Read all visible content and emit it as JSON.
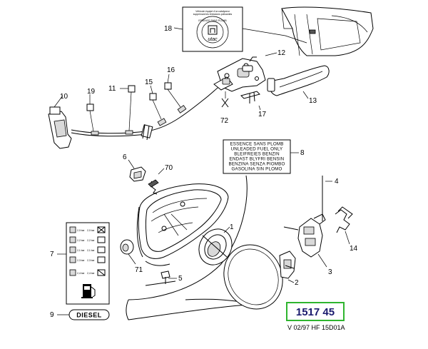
{
  "callouts": {
    "c1": "1",
    "c2": "2",
    "c3": "3",
    "c4": "4",
    "c5": "5",
    "c6": "6",
    "c7": "7",
    "c8": "8",
    "c9": "9",
    "c10": "10",
    "c11": "11",
    "c12": "12",
    "c13": "13",
    "c14": "14",
    "c15": "15",
    "c16": "16",
    "c17": "17",
    "c18": "18",
    "c19": "19",
    "c70": "70",
    "c71": "71",
    "c72": "72"
  },
  "utac_label": {
    "top_line_1": "Véhicule équipé d'un catalyseur",
    "top_line_2": "supprimant les émissions polluantes",
    "ring_text": "ESSENCE SANS PLOMB",
    "logo": "utac"
  },
  "fuel_label": {
    "lines": [
      "ESSENCE SANS PLOMB",
      "UNLEADED FUEL ONLY",
      "BLEIFREIES BENZIN",
      "ENDAST BLYFRI BENSIN",
      "BENZINA SENZA PIOMBO",
      "GASOLINA SIN PLOMO"
    ]
  },
  "pressure_label": {
    "rows": [
      [
        "2,0 bar",
        "2,0 bar"
      ],
      [
        "2,2 bar",
        "2,2 bar"
      ],
      [
        "2,1 bar",
        "2,1 bar"
      ],
      [
        "2,3 bar",
        "2,3 bar"
      ],
      [
        "2,4 bar",
        "2,4 bar"
      ]
    ]
  },
  "diesel_tag": "DIESEL",
  "reference_number": "1517 45",
  "footer": "V 02/97 HF 15D01A",
  "colors": {
    "highlight_box": "#2fb52f",
    "reference_text": "#1a1a6e",
    "ink": "#000000"
  }
}
